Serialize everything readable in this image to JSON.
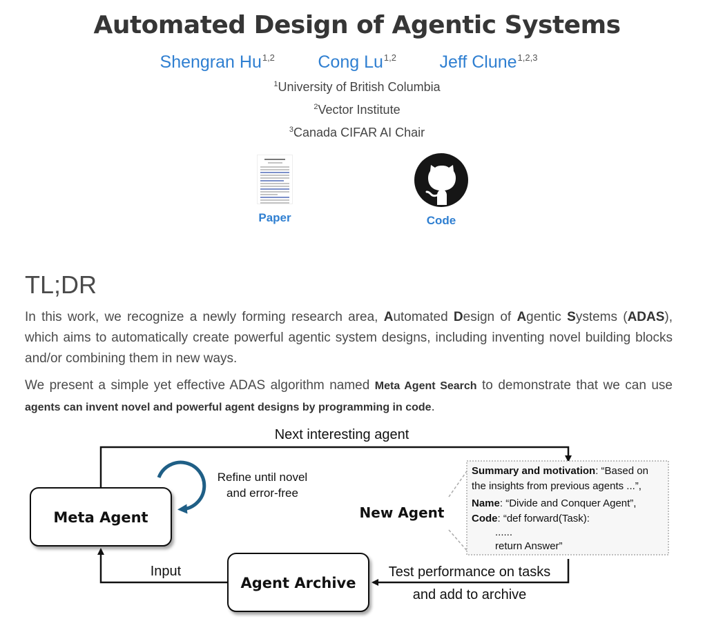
{
  "title": "Automated Design of Agentic Systems",
  "authors": [
    {
      "name": "Shengran Hu",
      "sup": "1,2"
    },
    {
      "name": "Cong Lu",
      "sup": "1,2"
    },
    {
      "name": "Jeff Clune",
      "sup": "1,2,3"
    }
  ],
  "affiliations": [
    {
      "sup": "1",
      "name": "University of British Columbia"
    },
    {
      "sup": "2",
      "name": "Vector Institute"
    },
    {
      "sup": "3",
      "name": "Canada CIFAR AI Chair"
    }
  ],
  "links": {
    "paper_label": "Paper",
    "code_label": "Code",
    "paper_icon": "paper-thumbnail-icon",
    "code_icon": "github-icon"
  },
  "tldr": {
    "heading": "TL;DR",
    "p1_a": "In this work, we recognize a newly forming research area, ",
    "p1_A": "A",
    "p1_utomated": "utomated ",
    "p1_D": "D",
    "p1_esign": "esign of ",
    "p1_A2": "A",
    "p1_gentic": "gentic ",
    "p1_S": "S",
    "p1_ystems": "ystems (",
    "p1_ADAS": "ADAS",
    "p1_b": "), which aims to automatically create powerful agentic system designs, including inventing novel building blocks and/or combining them in new ways.",
    "p2_a": "We present a simple yet effective ADAS algorithm named ",
    "p2_mas": "Meta Agent Search",
    "p2_b": " to demonstrate that we can use ",
    "p2_c": "agents can invent novel and powerful agent designs by programming in code",
    "p2_d": "."
  },
  "diagram": {
    "next_agent": "Next interesting agent",
    "refine_1": "Refine until novel",
    "refine_2": "and error-free",
    "meta_agent": "Meta Agent",
    "new_agent": "New Agent",
    "agent_archive": "Agent Archive",
    "input": "Input",
    "test_1": "Test performance on tasks",
    "test_2": "and add to archive",
    "card": {
      "summary_key": "Summary and motivation",
      "summary_val_1": ": “Based on",
      "summary_val_2": "the insights from previous agents ...”,",
      "name_key": "Name",
      "name_val": ": “Divide and Conquer Agent”,",
      "code_key": "Code",
      "code_val": ": “def forward(Task):",
      "code_dots": "......",
      "code_return": "return Answer”"
    },
    "accent_color": "#1f5f86"
  }
}
